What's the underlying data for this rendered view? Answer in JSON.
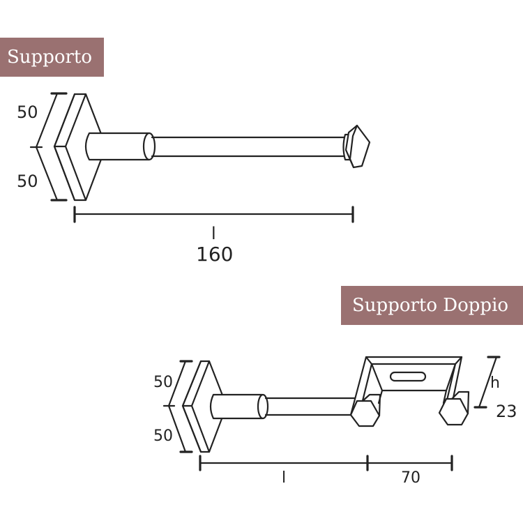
{
  "section1": {
    "title": "Supporto",
    "dims": {
      "upper": "50",
      "lower": "50",
      "length_symbol": "l",
      "length_value": "160"
    }
  },
  "section2": {
    "title": "Supporto Doppio",
    "dims": {
      "upper": "50",
      "lower": "50",
      "length_symbol": "l",
      "spacing": "70",
      "height_symbol": "h",
      "height_value": "23"
    }
  },
  "colors": {
    "label_background": "#9a7171",
    "label_text": "#ffffff",
    "line": "#222222"
  }
}
